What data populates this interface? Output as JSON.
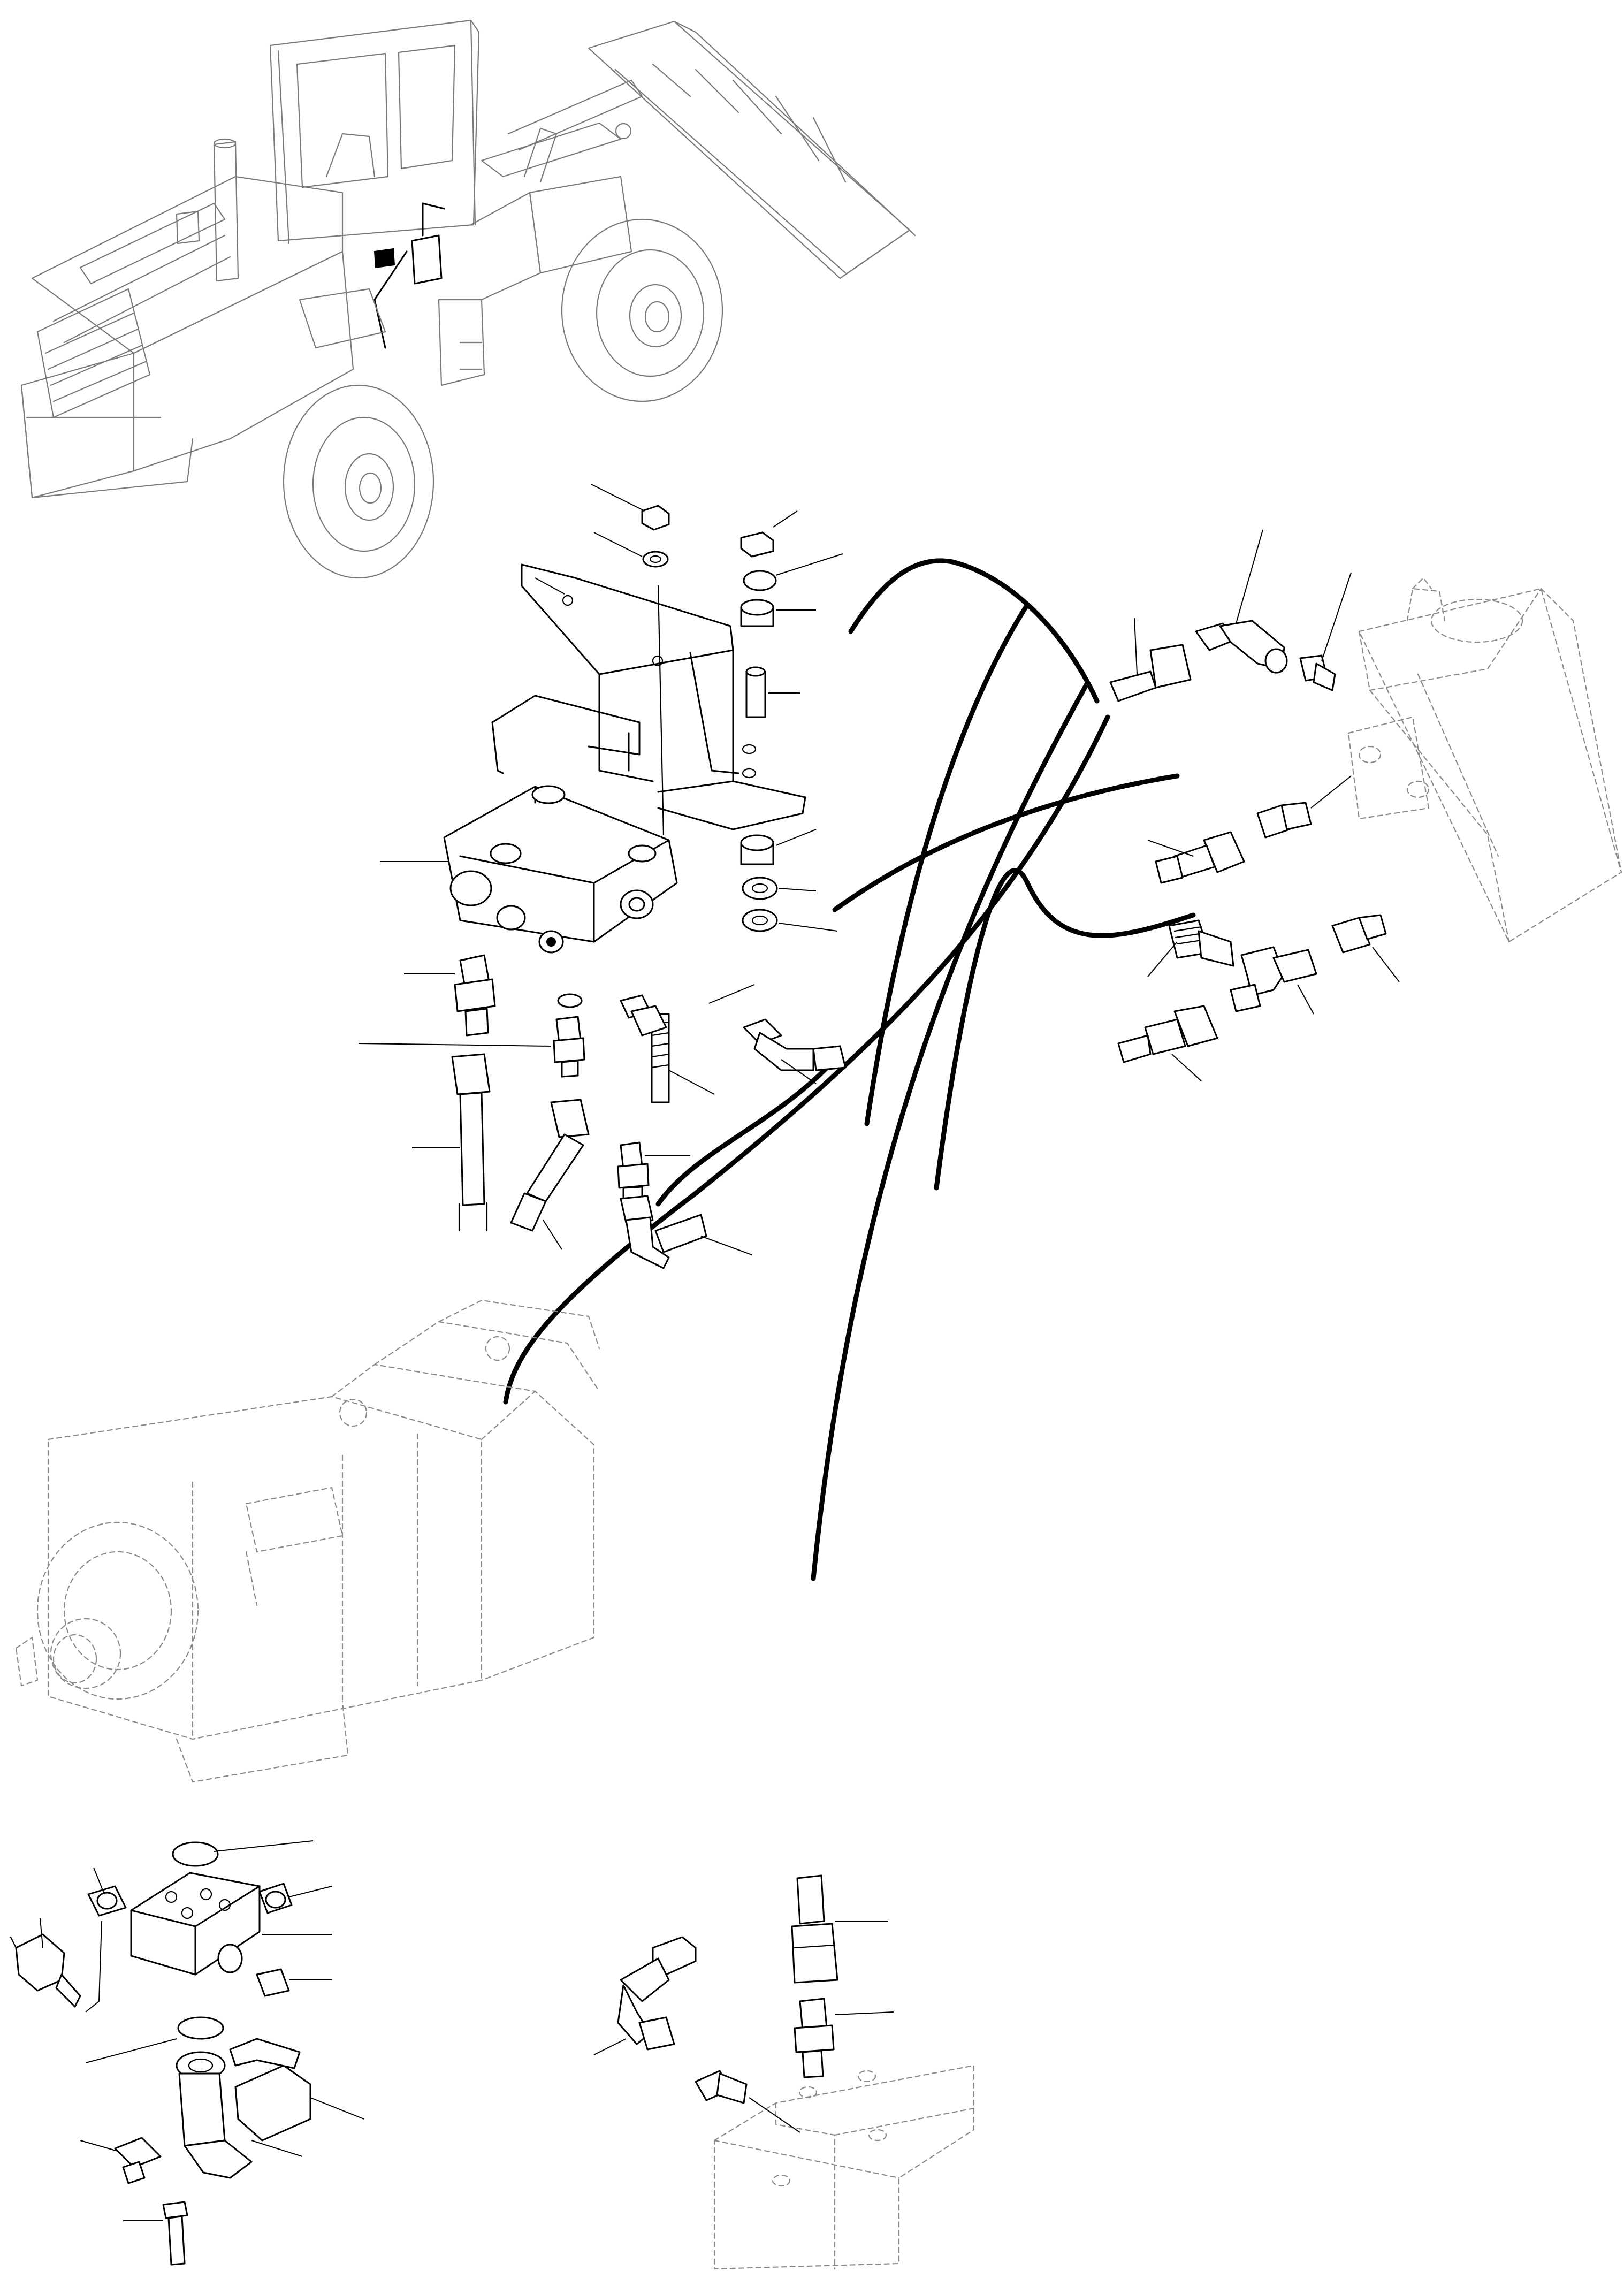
{
  "diagram": {
    "kind": "exploded-parts-drawing",
    "assemblies": [
      "wheel-loader",
      "valve-block",
      "mounting-bracket",
      "steering-cylinder",
      "hydraulic-pump",
      "pump-flange-block",
      "distribution-block",
      "hoses",
      "fittings"
    ],
    "callout_count": 44,
    "hose_count": 7,
    "colors": {
      "ink": "#000000",
      "ghost": "#8a8a8a",
      "paper": "#ffffff"
    }
  }
}
